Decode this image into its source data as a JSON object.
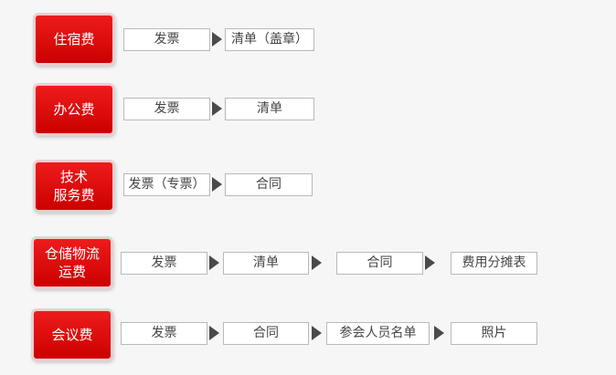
{
  "rows": [
    {
      "category": "住宿费",
      "items": [
        "发票",
        "清单（盖章）"
      ]
    },
    {
      "category": "办公费",
      "items": [
        "发票",
        "清单"
      ]
    },
    {
      "category": "技术\n服务费",
      "items": [
        "发票（专票）",
        "合同"
      ]
    },
    {
      "category": "仓储物流\n运费",
      "items": [
        "发票",
        "清单",
        "合同",
        "费用分摊表"
      ]
    },
    {
      "category": "会议费",
      "items": [
        "发票",
        "合同",
        "参会人员名单",
        "照片"
      ]
    }
  ],
  "colors": {
    "category_fill": "#e60b0b",
    "arrow": "#4a4a4a",
    "box_border": "#b9b9b9",
    "background": "#f6f6f6"
  }
}
